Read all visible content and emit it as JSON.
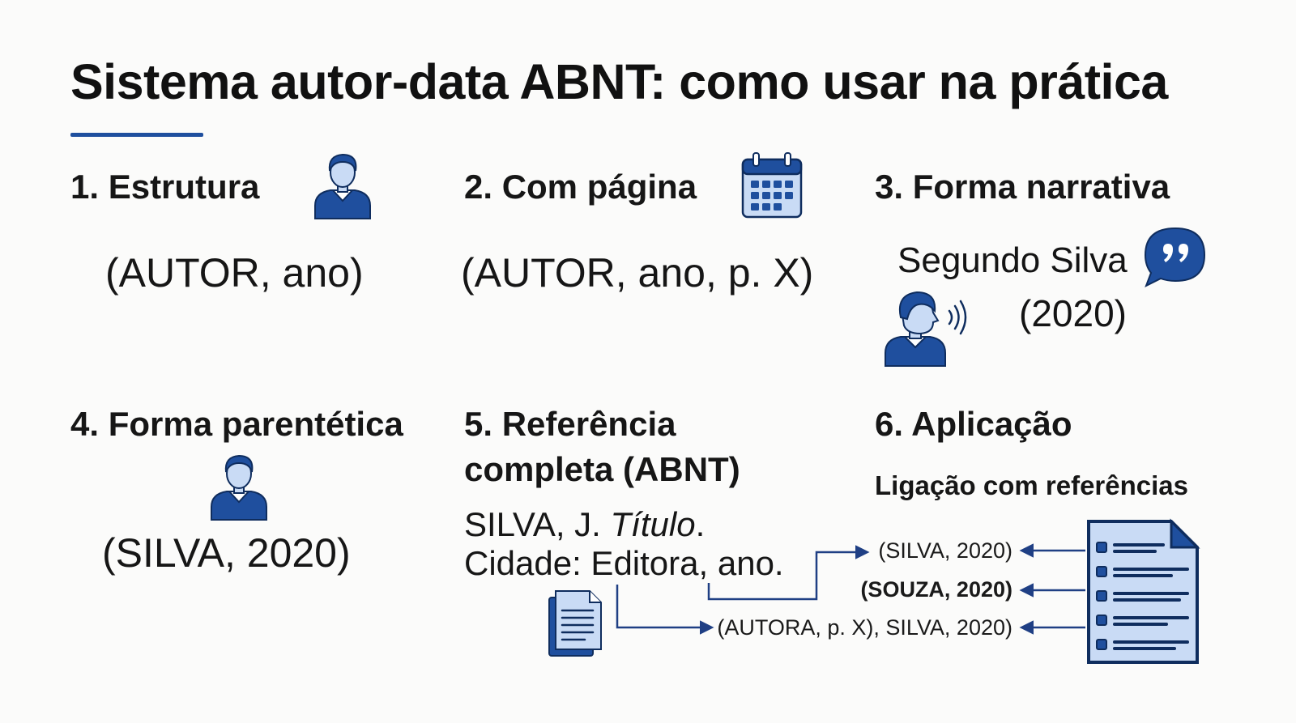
{
  "title": "Sistema autor-data ABNT: como usar na prática",
  "accent_color": "#1f4f9e",
  "icon_fill": "#c9dbf5",
  "sections": {
    "estrutura": {
      "heading": "1. Estrutura",
      "formula": "(AUTOR, ano)",
      "icon": "person-icon"
    },
    "com_pagina": {
      "heading": "2. Com página",
      "formula": "(AUTOR, ano, p. X)",
      "icon": "calendar-icon"
    },
    "narrativa": {
      "heading": "3. Forma narrativa",
      "line1": "Segundo Silva",
      "line2": "(2020)",
      "icons": [
        "quote-bubble-icon",
        "speaking-person-icon"
      ]
    },
    "parentetica": {
      "heading": "4. Forma parentética",
      "formula": "(SILVA, 2020)",
      "icon": "person-icon"
    },
    "referencia": {
      "heading_line1": "5. Referência",
      "heading_line2": "completa (ABNT)",
      "ref_line1_pre": "SILVA, J. ",
      "ref_line1_italic": "Título",
      "ref_line1_post": ".",
      "ref_line2": "Cidade: Editora, ano.",
      "icon": "document-icon"
    },
    "aplicacao": {
      "heading": "6. Aplicação",
      "subheading": "Ligação com referências",
      "citations": [
        {
          "text": "(SILVA, 2020)",
          "bold": false
        },
        {
          "text": "(SOUZA, 2020)",
          "bold": true
        },
        {
          "text": "(AUTORA, p. X), SILVA, 2020)",
          "bold": false
        }
      ],
      "icon": "reference-list-icon"
    }
  }
}
